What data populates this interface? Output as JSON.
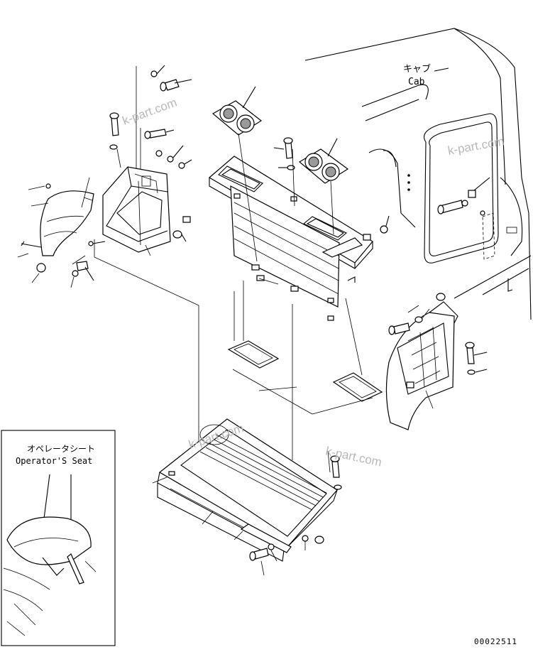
{
  "labels": {
    "cab_jp": "キャブ",
    "cab_en": "Cab",
    "seat_jp": "オペレータシート",
    "seat_en": "Operator'S Seat",
    "drawing_no": "00022511"
  },
  "watermark": {
    "text": "k-part.com"
  },
  "colors": {
    "line": "#000000",
    "background": "#ffffff",
    "watermark": "#b8b8b8",
    "part_fill": "#9a9a9a"
  }
}
